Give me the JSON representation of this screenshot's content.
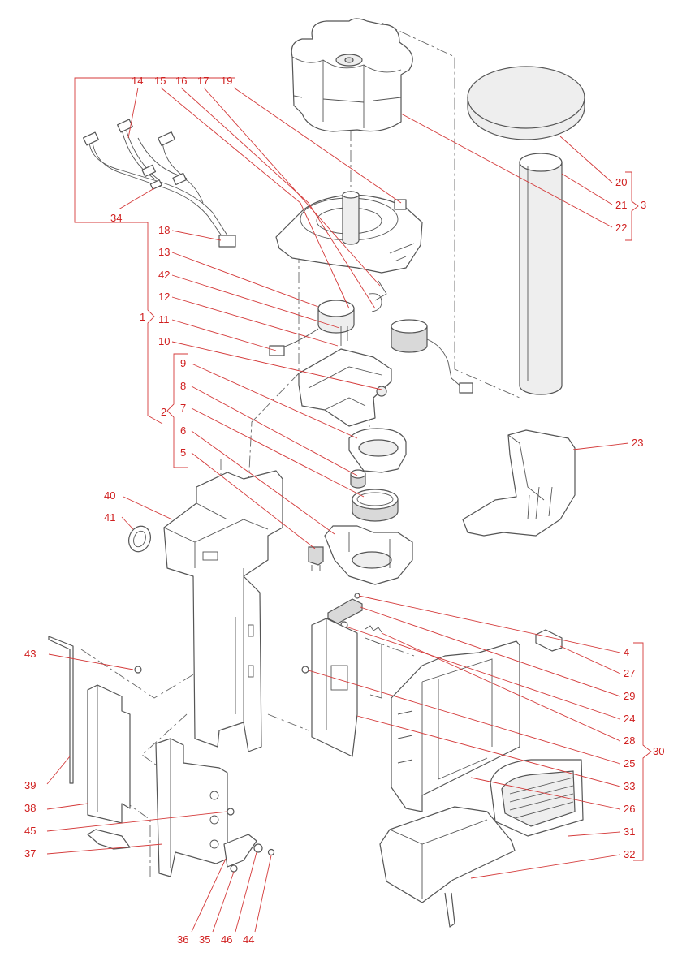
{
  "callouts": [
    {
      "id": "c14",
      "text": "14"
    },
    {
      "id": "c15",
      "text": "15"
    },
    {
      "id": "c16",
      "text": "16"
    },
    {
      "id": "c17",
      "text": "17"
    },
    {
      "id": "c19",
      "text": "19"
    },
    {
      "id": "c34",
      "text": "34"
    },
    {
      "id": "c18",
      "text": "18"
    },
    {
      "id": "c13",
      "text": "13"
    },
    {
      "id": "c42",
      "text": "42"
    },
    {
      "id": "c12",
      "text": "12"
    },
    {
      "id": "c1",
      "text": "1"
    },
    {
      "id": "c11",
      "text": "11"
    },
    {
      "id": "c10",
      "text": "10"
    },
    {
      "id": "c9",
      "text": "9"
    },
    {
      "id": "c2",
      "text": "2"
    },
    {
      "id": "c8",
      "text": "8"
    },
    {
      "id": "c7",
      "text": "7"
    },
    {
      "id": "c6",
      "text": "6"
    },
    {
      "id": "c5",
      "text": "5"
    },
    {
      "id": "c40",
      "text": "40"
    },
    {
      "id": "c41",
      "text": "41"
    },
    {
      "id": "c43",
      "text": "43"
    },
    {
      "id": "c39",
      "text": "39"
    },
    {
      "id": "c38",
      "text": "38"
    },
    {
      "id": "c45",
      "text": "45"
    },
    {
      "id": "c37",
      "text": "37"
    },
    {
      "id": "c36",
      "text": "36"
    },
    {
      "id": "c35",
      "text": "35"
    },
    {
      "id": "c46",
      "text": "46"
    },
    {
      "id": "c44",
      "text": "44"
    },
    {
      "id": "c20",
      "text": "20"
    },
    {
      "id": "c21",
      "text": "21"
    },
    {
      "id": "c3",
      "text": "3"
    },
    {
      "id": "c22",
      "text": "22"
    },
    {
      "id": "c23",
      "text": "23"
    },
    {
      "id": "c4",
      "text": "4"
    },
    {
      "id": "c27",
      "text": "27"
    },
    {
      "id": "c29",
      "text": "29"
    },
    {
      "id": "c24",
      "text": "24"
    },
    {
      "id": "c28",
      "text": "28"
    },
    {
      "id": "c30",
      "text": "30"
    },
    {
      "id": "c25",
      "text": "25"
    },
    {
      "id": "c33",
      "text": "33"
    },
    {
      "id": "c26",
      "text": "26"
    },
    {
      "id": "c31",
      "text": "31"
    },
    {
      "id": "c32",
      "text": "32"
    }
  ]
}
